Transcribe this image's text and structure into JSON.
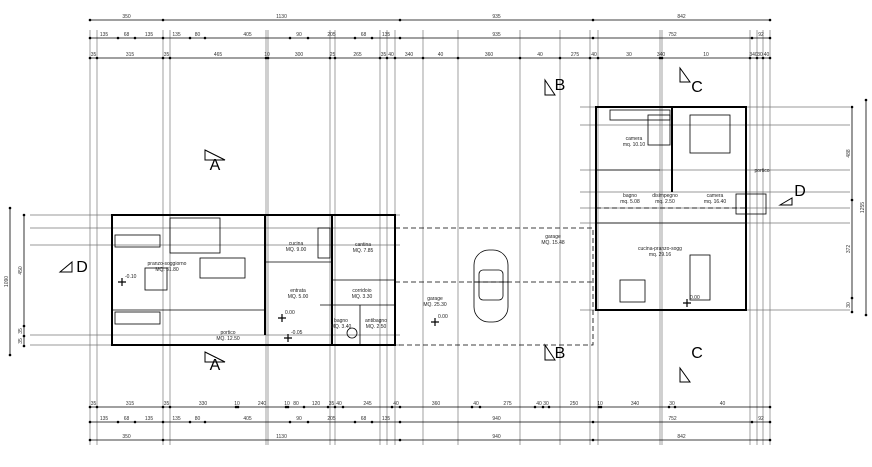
{
  "drawing": {
    "top_dims": {
      "row1": [
        "350",
        "1130",
        "935",
        "842"
      ],
      "row2": [
        "135",
        "68",
        "135",
        "135",
        "80",
        "405",
        "90",
        "205",
        "68",
        "135",
        "935",
        "752",
        "92"
      ],
      "row3": [
        "35",
        "315",
        "35",
        "465",
        "10",
        "300",
        "25",
        "265",
        "35",
        "40",
        "340",
        "40",
        "360",
        "40",
        "275",
        "40",
        "30",
        "340",
        "10",
        "340",
        "30",
        "40"
      ]
    },
    "bottom_dims": {
      "row3": [
        "35",
        "315",
        "35",
        "330",
        "10",
        "240",
        "10",
        "80",
        "120",
        "35",
        "40",
        "245",
        "40",
        "360",
        "40",
        "275",
        "40",
        "30",
        "250",
        "10",
        "340",
        "30",
        "40"
      ],
      "row2": [
        "135",
        "68",
        "135",
        "135",
        "80",
        "405",
        "90",
        "205",
        "68",
        "135",
        "940",
        "752",
        "92"
      ],
      "row1": [
        "350",
        "1130",
        "940",
        "842"
      ]
    },
    "left_dims": [
      "1090",
      "450",
      "35",
      "35"
    ],
    "right_dims": [
      "1255",
      "488",
      "372",
      "30"
    ],
    "sections": {
      "a_top": "A",
      "a_bottom": "A",
      "b_top": "B",
      "b_bottom": "B",
      "c_top": "C",
      "c_bottom": "C",
      "d_left": "D",
      "d_right": "D"
    },
    "rooms": [
      {
        "name": "pranzo-soggiorno",
        "area": "MQ. 31.80"
      },
      {
        "name": "cucina",
        "area": "MQ. 9.00"
      },
      {
        "name": "cantina",
        "area": "MQ. 7.85"
      },
      {
        "name": "entrata",
        "area": "MQ. 5.00"
      },
      {
        "name": "corridoio",
        "area": "MQ. 3.30"
      },
      {
        "name": "bagno",
        "area": "MQ. 3.40"
      },
      {
        "name": "antibagno",
        "area": "MQ. 2.50"
      },
      {
        "name": "portico",
        "area": "MQ. 12.50"
      },
      {
        "name": "garage",
        "area": "MQ. 25.30"
      },
      {
        "name": "garage",
        "area": "MQ. 15.48"
      },
      {
        "name": "camera",
        "area": "mq. 10.10"
      },
      {
        "name": "camera",
        "area": "mq. 16.40"
      },
      {
        "name": "bagno",
        "area": "mq. 5.08"
      },
      {
        "name": "disimpegno",
        "area": "mq. 2.50"
      },
      {
        "name": "cucina-pranzo-sogg",
        "area": "mq. 29.16"
      },
      {
        "name": "portico",
        "area": ""
      }
    ],
    "levels": [
      "-0.10",
      "0.00",
      "-0.05",
      "0.00",
      "0.00"
    ]
  }
}
